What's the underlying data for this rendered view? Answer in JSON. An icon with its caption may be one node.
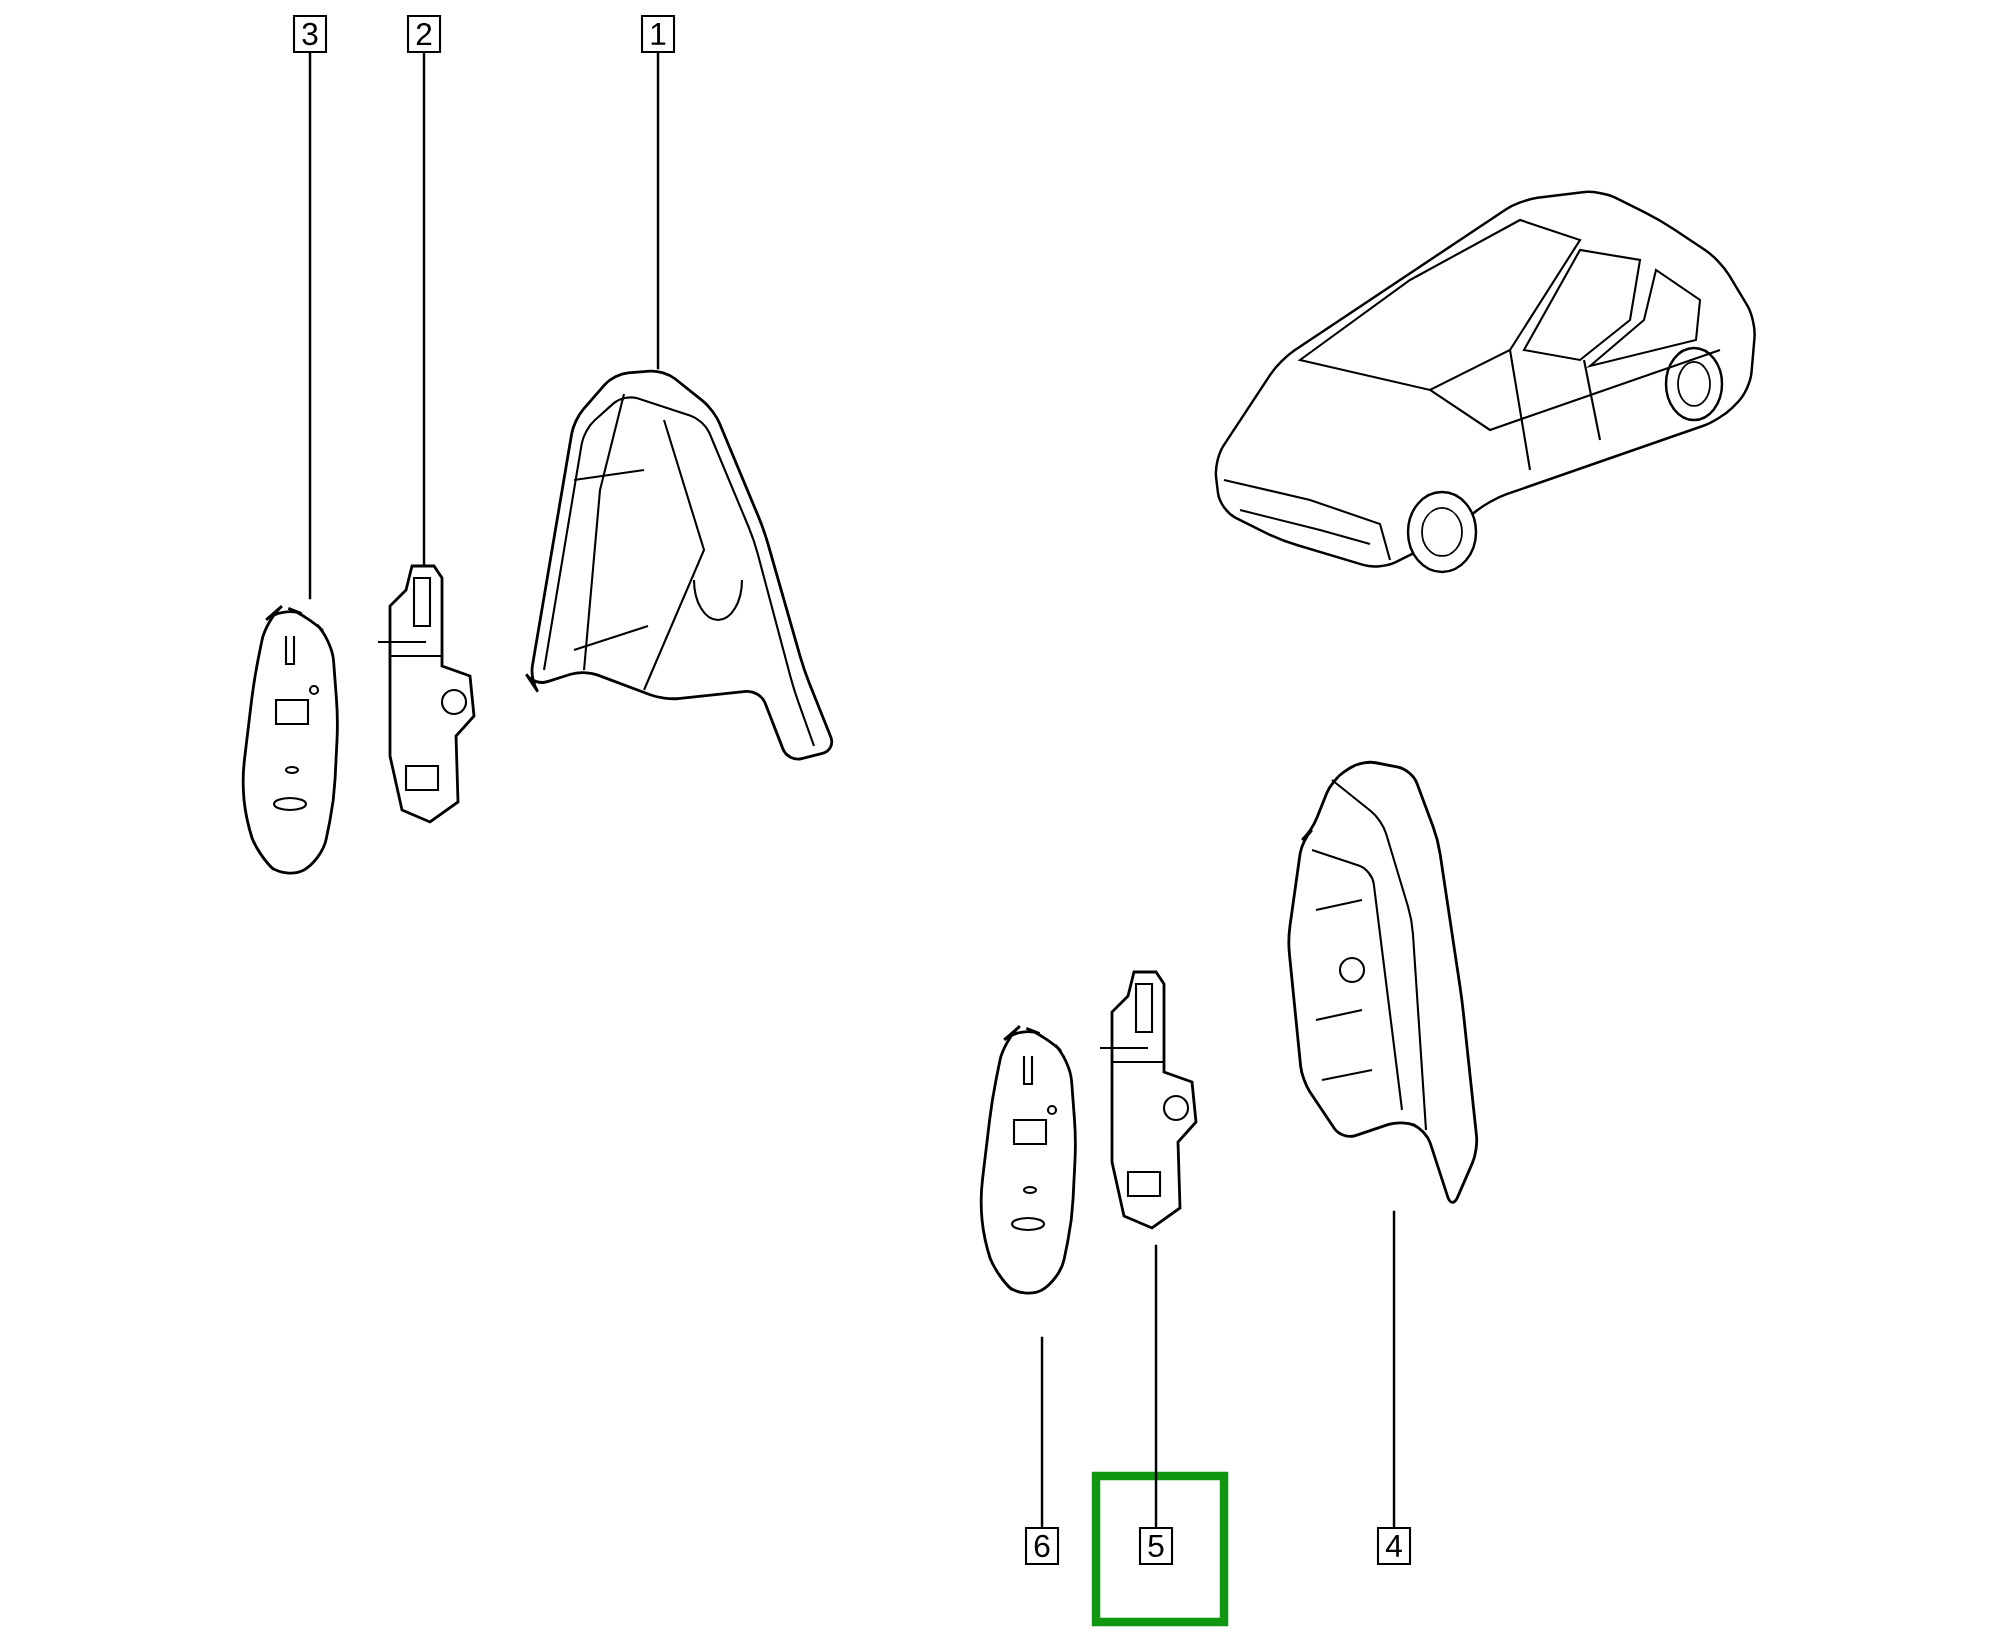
{
  "diagram": {
    "nodes": [
      {
        "text": [
          "3"
        ]
      },
      {
        "text": [
          "2"
        ]
      },
      {
        "text": [
          "1"
        ]
      },
      {
        "text": [],
        "shape": "picture"
      },
      {
        "text": [],
        "shape": "picture"
      },
      {
        "text": [],
        "shape": "picture"
      },
      {
        "text": [],
        "shape": "picture"
      },
      {
        "text": [],
        "shape": "picture"
      },
      {
        "text": [],
        "shape": "picture"
      },
      {
        "text": [],
        "shape": "box"
      },
      {
        "text": [
          "6"
        ]
      },
      {
        "text": [
          "5"
        ],
        "in": 9
      },
      {
        "text": [
          "4"
        ]
      }
    ],
    "edges": [
      {
        "from": 0,
        "to": 3,
        "arrow": "none"
      },
      {
        "from": 1,
        "to": 4,
        "arrow": "none"
      },
      {
        "from": 2,
        "to": 5,
        "arrow": "none"
      },
      {
        "from": 10,
        "to": 7,
        "arrow": "none"
      },
      {
        "from": 11,
        "to": 8,
        "arrow": "none"
      },
      {
        "from": 12,
        "to": 6,
        "arrow": "none"
      }
    ]
  }
}
